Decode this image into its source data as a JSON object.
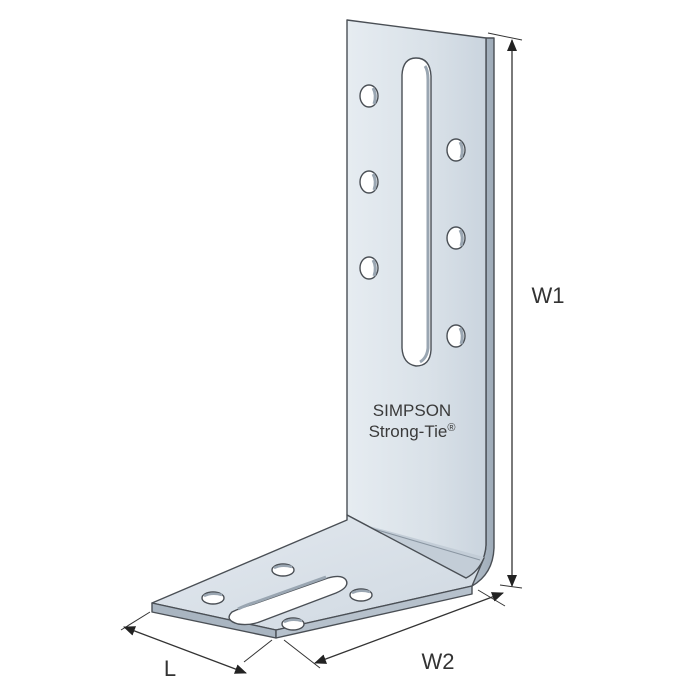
{
  "brand": {
    "line1": "SIMPSON",
    "line2": "Strong-Tie",
    "registered": "®"
  },
  "dimensions": {
    "w1": "W1",
    "w2": "W2",
    "l": "L"
  },
  "colors": {
    "plate_light": "#dde5ec",
    "plate_mid": "#c9d3dd",
    "plate_dark": "#aab6c2",
    "outline": "#4a4f55",
    "dimension_line": "#333333"
  }
}
